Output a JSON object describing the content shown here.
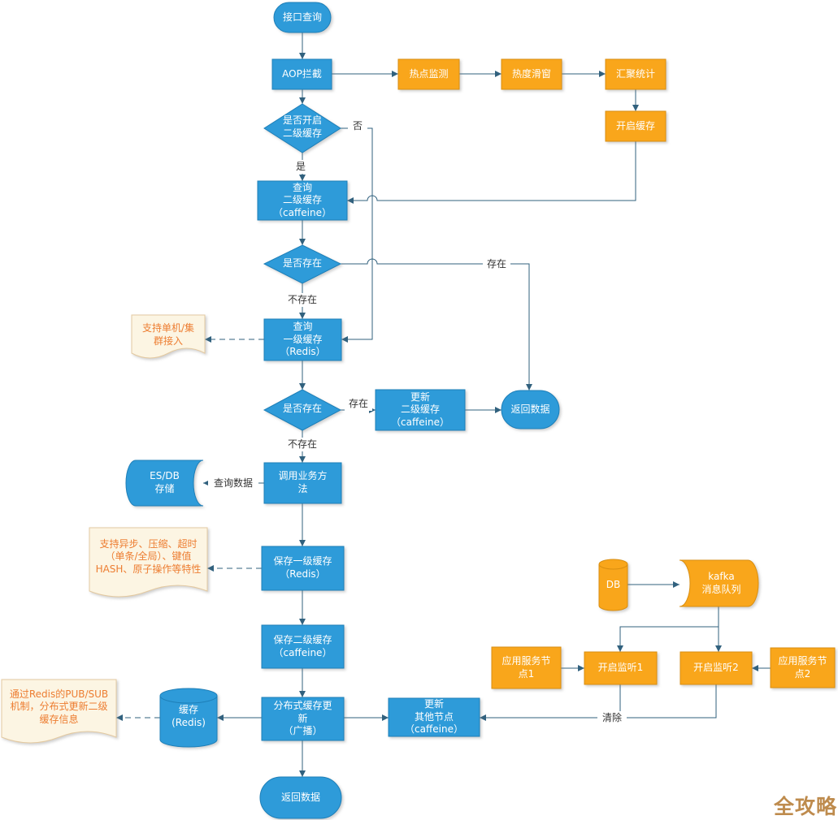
{
  "colors": {
    "node_blue": "#2E9BD9",
    "node_blue_border": "#1E7FB8",
    "node_orange": "#F9A61B",
    "node_orange_border": "#D98E10",
    "note_bg": "#FCF5E3",
    "note_border": "#E3C9A0",
    "note_text": "#ED7D31",
    "connector": "#31617E",
    "watermark_text": "#BE8B4D"
  },
  "watermark": "全攻略",
  "nodes": {
    "start": "接口查询",
    "aop": "AOP拦截",
    "hotspot_detect": "热点监测",
    "heat_window": "热度滑窗",
    "aggregate_stats": "汇聚统计",
    "enable_cache": "开启缓存",
    "decision_l2_enabled": "是否开启\n二级缓存",
    "query_l2": "查询\n二级缓存\n（caffeine）",
    "decision_exists_l2": "是否存在",
    "query_l1": "查询\n一级缓存\n（Redis）",
    "note_cluster": "支持单机/集\n群接入",
    "decision_exists_l1": "是否存在",
    "update_l2": "更新\n二级缓存\n（caffeine）",
    "return_data_top": "返回数据",
    "es_db": "ES/DB\n存储",
    "call_business": "调用业务方\n法",
    "note_features": "支持异步、压缩、超时\n（单条/全局）、键值\nHASH、原子操作等特性",
    "save_l1": "保存一级缓存\n（Redis）",
    "save_l2": "保存二级缓存\n（caffeine）",
    "broadcast_update": "分布式缓存更\n新\n（广播）",
    "return_data_bottom": "返回数据",
    "cache_redis": "缓存\n(Redis)",
    "note_pubsub": "通过Redis的PUB/SUB\n机制，分布式更新二级\n缓存信息",
    "update_other_nodes": "更新\n其他节点\n（caffeine）",
    "db": "DB",
    "kafka": "kafka\n消息队列",
    "app_node_1": "应用服务节\n点1",
    "listen_1": "开启监听1",
    "listen_2": "开启监听2",
    "app_node_2": "应用服务节\n点2"
  },
  "edge_labels": {
    "no": "否",
    "yes": "是",
    "exists_l2": "存在",
    "not_exists_l2": "不存在",
    "exists_l1": "存在",
    "not_exists_l1": "不存在",
    "query_data": "查询数据",
    "clear": "清除"
  }
}
